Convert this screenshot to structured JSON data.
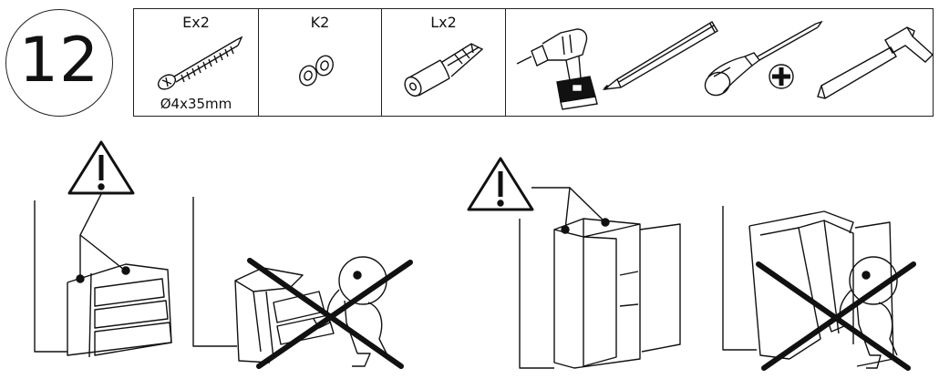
{
  "step": {
    "number": "12"
  },
  "parts": [
    {
      "id": "E",
      "label": "Ex2",
      "dimension": "Ø4x35mm",
      "icon": "screw-icon"
    },
    {
      "id": "K",
      "label": "K2",
      "icon": "washer-icon"
    },
    {
      "id": "L",
      "label": "Lx2",
      "icon": "wall-plug-icon"
    }
  ],
  "tools": [
    "drill-icon",
    "pencil-icon",
    "phillips-screwdriver-icon",
    "hammer-icon"
  ],
  "scenes": [
    {
      "name": "anchored-chest-of-drawers",
      "status": "correct"
    },
    {
      "name": "tipping-chest-of-drawers",
      "status": "wrong"
    },
    {
      "name": "anchored-wardrobe",
      "status": "correct"
    },
    {
      "name": "tipping-wardrobe",
      "status": "wrong"
    }
  ]
}
